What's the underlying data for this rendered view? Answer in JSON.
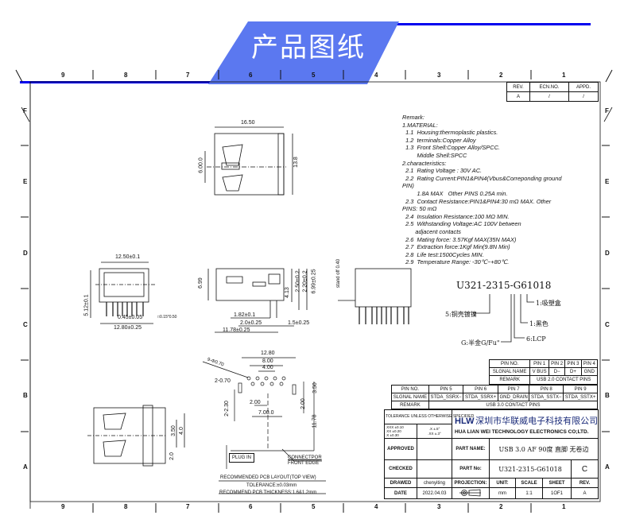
{
  "banner": {
    "title": "产品图纸",
    "accent": "#0000ee",
    "fill": "#5b78f0"
  },
  "frame": {
    "columns": [
      "9",
      "8",
      "7",
      "6",
      "5",
      "4",
      "3",
      "2",
      "1"
    ],
    "rows": [
      "F",
      "E",
      "D",
      "C",
      "B",
      "A"
    ]
  },
  "revision_table": {
    "headers": [
      "REV.",
      "ECN.NO.",
      "APPD."
    ],
    "values": [
      "A",
      "/",
      "/"
    ]
  },
  "remark": {
    "lines": [
      "Remark:",
      "1.MATERIAL:",
      "  1.1  Housing:thermoplastic plastics.",
      "  1.2  terminals:Copper Alloy",
      "  1.3  Front Shell:Copper Alloy/SPCC.",
      "         Middle Shell:SPCC",
      "2.characteristics:",
      "  2.1  Rating Voltage : 30V AC.",
      "  2.2  Rating Current:PIN1&PIN4(Vbus&Correponding ground",
      "PIN)",
      "         1.8A MAX   Other PINS 0.25A min.",
      "  2.3  Contact Resistance:PIN1&PIN4:30 mΩ MAX. Other",
      "PINS: 50 mΩ",
      "  2.4  Insulation Resistance:100 MΩ MIN.",
      "  2.5  Withstanding Voltage:AC 100V between",
      "        adjacent contacts",
      "  2.6  Mating force: 3.57Kgf MAX(35N MAX)",
      "  2.7  Extraction force:1Kgf Min(9.8N Min)",
      "  2.8  Life test:1500Cycles MIN.",
      "  2.9  Temperature Range: -30℃~+80℃."
    ]
  },
  "dims": {
    "top_width": "16.50",
    "top_height": "13.8",
    "top_pitch": "6.00.0",
    "front_width": "12.50±0.1",
    "front_height": "5.12±0.1",
    "front_pitch": "0.45±0.05",
    "front_bottom": "12.80±0.25",
    "front_pin": "□0.15*0.50",
    "side_height": "6.99",
    "side_a": "4.13",
    "side_b": "2.50±0.2",
    "side_c": "2.20±0.2",
    "side_d": "6.99±0.25",
    "side_e": "1.82±0.1",
    "side_f": "2.0±0.25",
    "side_g": "1.5±0.25",
    "side_h": "11.78±0.25",
    "standoff": "stand off 0.40",
    "bottom_a": "3.50",
    "bottom_b": "4.0",
    "bottom_c": "2.0",
    "pcb_w": "12.80",
    "pcb_8": "8.00",
    "pcb_4": "4.00",
    "pcb_holes": "9-Φ0.70",
    "pcb_slot": "2-0.70",
    "pcb_2": "2.00",
    "pcb_7": "7.00.0",
    "pcb_230": "2-2.30",
    "pcb_350": "3.50",
    "pcb_200": "2.00",
    "pcb_1178": "11.78",
    "plug_in": "PLUG IN",
    "front_edge_1": "CONNECTPOR",
    "front_edge_2": "FRONT EDGE",
    "pcb_title": "RECOMMENDED PCB LAYOUT(TOP VIEW)",
    "pcb_tol": "TOLERANCE:±0.03mm",
    "pcb_thick": "RECOMMEND PCB THICKNESS:1.6&1.2mm"
  },
  "part_code": {
    "code": "U321-2315-G61018",
    "notes": [
      "1:吸塑盒",
      "1:黑色",
      "6:LCP",
      "G:半金G/Fu\"",
      "5:铜壳镀镍"
    ]
  },
  "usb2_table": {
    "rows": [
      [
        "PIN NO.",
        "PIN 1",
        "PIN 2",
        "PIN 3",
        "PIN 4"
      ],
      [
        "SLGNAL NAME",
        "V BUS",
        "D−",
        "D+",
        "GND"
      ]
    ],
    "remark_label": "REMARK",
    "remark": "USB 2.0 CONTACT PINS"
  },
  "usb3_table": {
    "rows": [
      [
        "PIN NO.",
        "PIN 5",
        "PIN 6",
        "PIN 7",
        "PIN 8",
        "PIN 9"
      ],
      [
        "SLGNAL NAME",
        "STDA_SSRX−",
        "STDA_SSRX+",
        "GND_DRAIN",
        "STDA_SSTX−",
        "STDA_SSTX+"
      ]
    ],
    "remark_label": "REMARK",
    "remark": "USB 3.0 CONTACT PINS"
  },
  "title_block": {
    "tolerance_title": "TOLERANCE UNLESS OTHERWISE SPECIFIED",
    "tol_linear": [
      ".XXX ±0.10",
      ".XX ±0.20",
      ".X ±0.30"
    ],
    "tol_angle": [
      ".X ±.5°",
      ".XX ±.3°"
    ],
    "logo": "HLW",
    "company_cn": "深圳市华联威电子科技有限公司",
    "company_en": "HUA LIAN WEI TECHNOLOGY ELECTRONICS CO;LTD.",
    "approved_label": "APPROVED",
    "checked_label": "CHECKED",
    "drawed_label": "DRAWED",
    "drawed_by": "chenyiting",
    "date_label": "DATE",
    "date": "2022.04.03",
    "part_name_label": "PART NAME:",
    "part_name": "USB 3.0 AF 90度 直脚 无卷边",
    "part_no_label": "PART No:",
    "part_no": "U321-2315-G61018",
    "size": "C",
    "projection_label": "PROJECTION:",
    "unit_label": "UNIT:",
    "unit": "mm",
    "scale_label": "SCALE",
    "scale": "1:1",
    "sheet_label": "SHEET",
    "sheet": "1OF1",
    "rev_label": "REV.",
    "rev": "A"
  }
}
